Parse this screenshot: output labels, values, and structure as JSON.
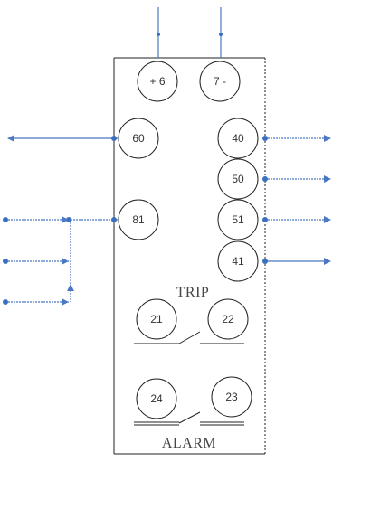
{
  "panel": {
    "sections": {
      "trip": "TRIP",
      "alarm": "ALARM"
    }
  },
  "terminals": {
    "t6": "+ 6",
    "t7": "7 -",
    "t60": "60",
    "t40": "40",
    "t50": "50",
    "t81": "81",
    "t51": "51",
    "t41": "41",
    "t21": "21",
    "t22": "22",
    "t24": "24",
    "t23": "23"
  },
  "colors": {
    "wire": "#4a78c4",
    "outline": "#222222",
    "dot": "#3b6fc0"
  }
}
